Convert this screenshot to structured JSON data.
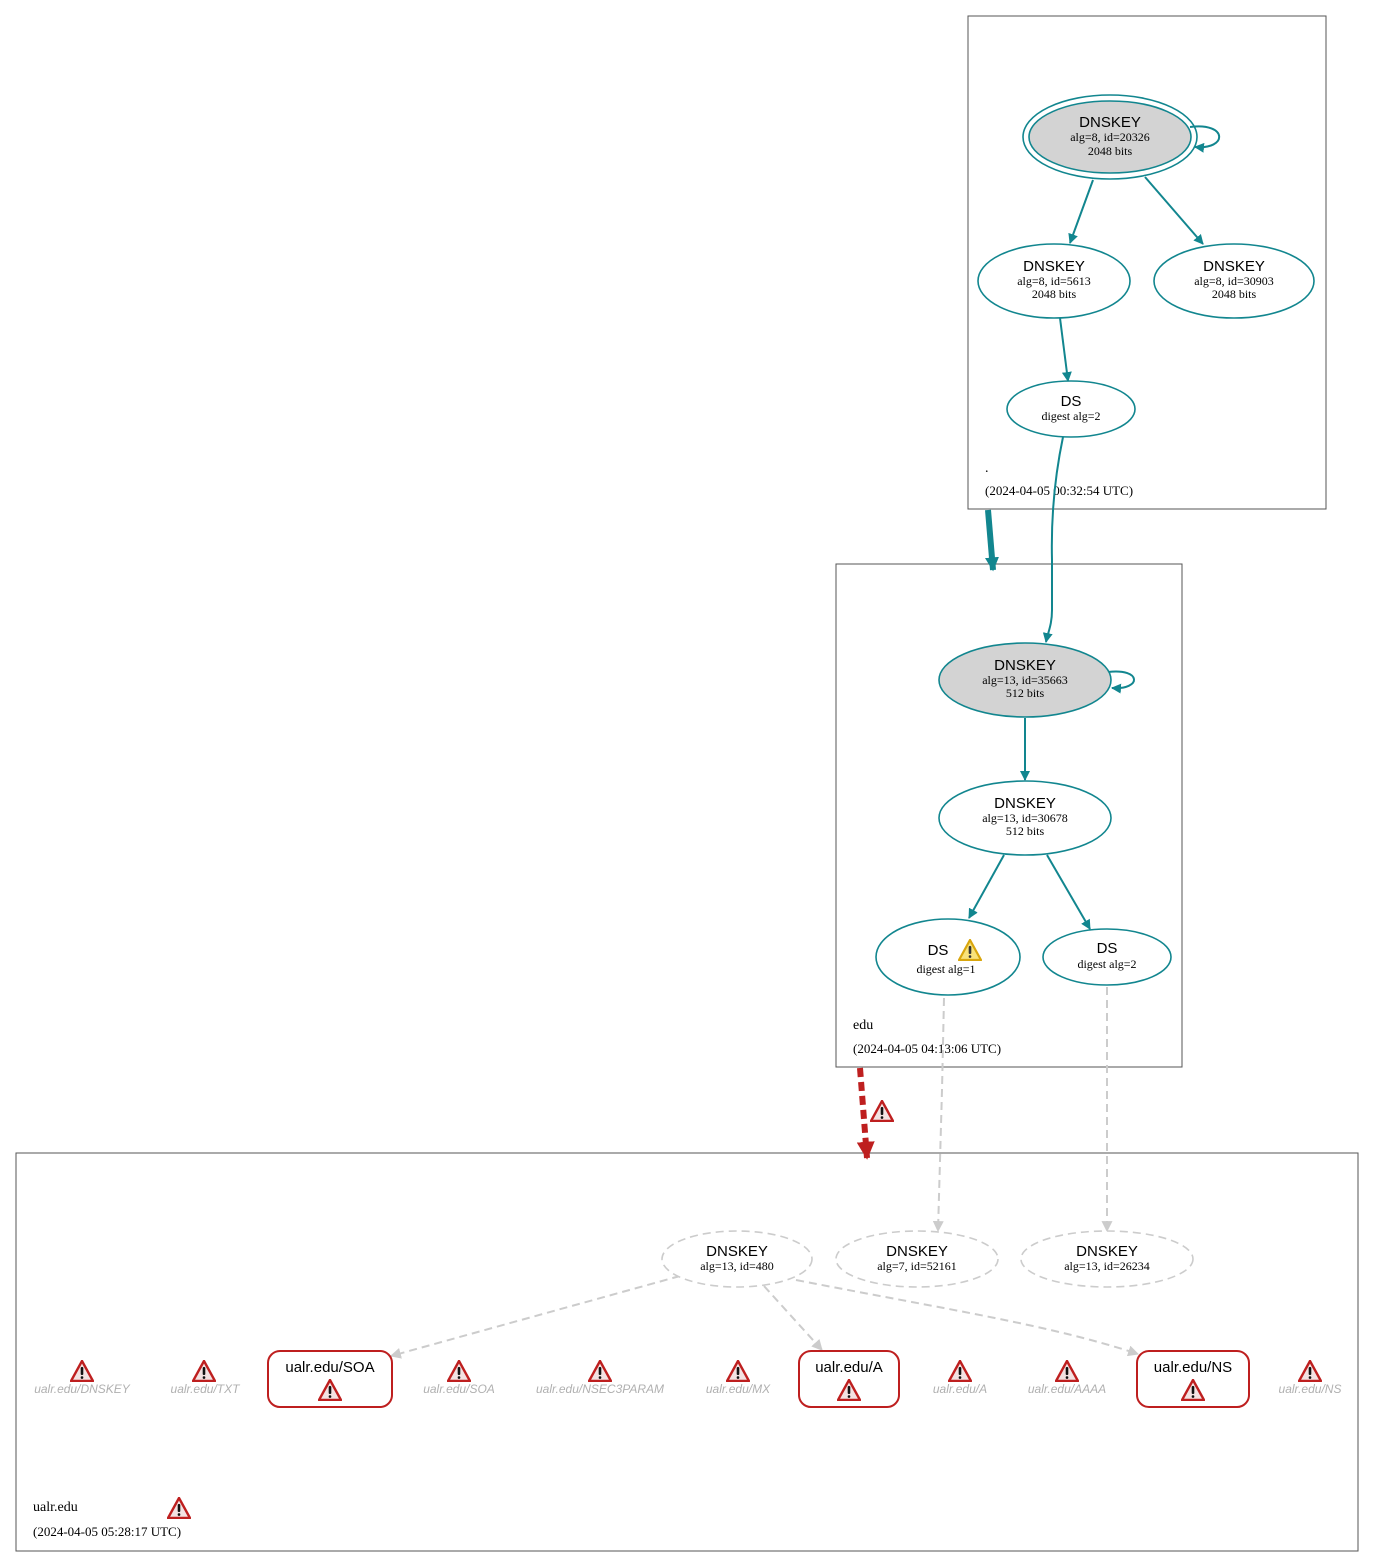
{
  "colors": {
    "teal": "#12868f",
    "gray_fill": "#d3d3d3",
    "faded": "#c8c8c8",
    "faded_text": "#b0b0b0",
    "error_red": "#be1f1f",
    "warning_yellow": "#f3c623"
  },
  "zones": {
    "root": {
      "name": ".",
      "timestamp": "(2024-04-05 00:32:54 UTC)"
    },
    "edu": {
      "name": "edu",
      "timestamp": "(2024-04-05 04:13:06 UTC)"
    },
    "ualr": {
      "name": "ualr.edu",
      "timestamp": "(2024-04-05 05:28:17 UTC)"
    }
  },
  "nodes": {
    "root_ksk": {
      "title": "DNSKEY",
      "line1": "alg=8, id=20326",
      "line2": "2048 bits"
    },
    "root_zsk1": {
      "title": "DNSKEY",
      "line1": "alg=8, id=5613",
      "line2": "2048 bits"
    },
    "root_zsk2": {
      "title": "DNSKEY",
      "line1": "alg=8, id=30903",
      "line2": "2048 bits"
    },
    "root_ds": {
      "title": "DS",
      "line1": "digest alg=2"
    },
    "edu_ksk": {
      "title": "DNSKEY",
      "line1": "alg=13, id=35663",
      "line2": "512 bits"
    },
    "edu_zsk": {
      "title": "DNSKEY",
      "line1": "alg=13, id=30678",
      "line2": "512 bits"
    },
    "edu_ds1": {
      "title": "DS",
      "line1": "digest alg=1"
    },
    "edu_ds2": {
      "title": "DS",
      "line1": "digest alg=2"
    },
    "ualr_key480": {
      "title": "DNSKEY",
      "line1": "alg=13, id=480"
    },
    "ualr_key52161": {
      "title": "DNSKEY",
      "line1": "alg=7, id=52161"
    },
    "ualr_key26234": {
      "title": "DNSKEY",
      "line1": "alg=13, id=26234"
    }
  },
  "rrsets": {
    "soa": "ualr.edu/SOA",
    "a": "ualr.edu/A",
    "ns": "ualr.edu/NS"
  },
  "missing": [
    "ualr.edu/DNSKEY",
    "ualr.edu/TXT",
    "ualr.edu/SOA",
    "ualr.edu/NSEC3PARAM",
    "ualr.edu/MX",
    "ualr.edu/A",
    "ualr.edu/AAAA",
    "ualr.edu/NS"
  ]
}
